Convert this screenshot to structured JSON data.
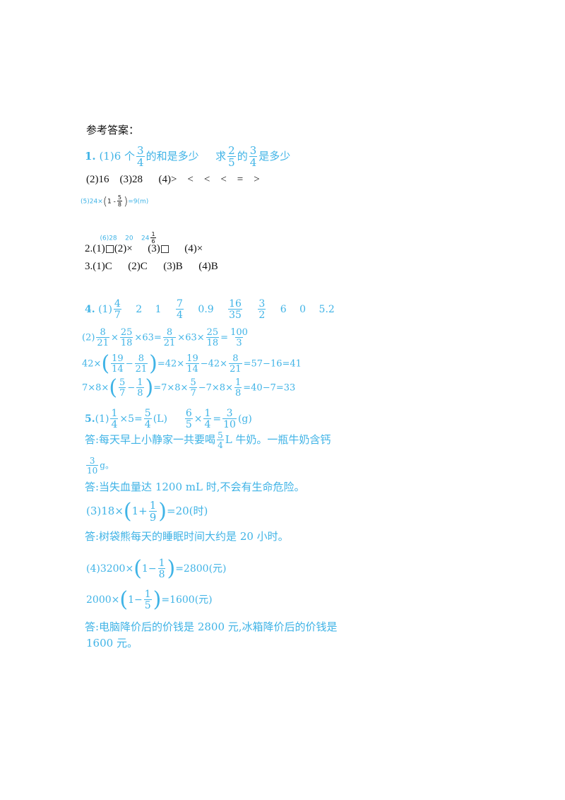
{
  "title": "参考答案：",
  "q1": {
    "num": "1.",
    "p1": "(1)6 个",
    "f1": [
      "3",
      "4"
    ],
    "p2": "的和是多少",
    "p3": "求",
    "f2": [
      "2",
      "5"
    ],
    "p4": "的",
    "f3": [
      "3",
      "4"
    ],
    "p5": "是多少",
    "line2": "(2)16    (3)28      (4)>    <    <    <    =    >",
    "l5a": "(5)24×",
    "l5f": [
      "5",
      "8"
    ],
    "l5b": "=9(m)",
    "l6a": "(6)28    20    24",
    "l6f": [
      "1",
      "6"
    ]
  },
  "q2": {
    "a": "2.(1)",
    "b": "(2)×",
    "c": "(3)",
    "d": "(4)×"
  },
  "q3": {
    "line": "3.(1)C      (2)C      (3)B      (4)B"
  },
  "q4": {
    "num": "4.",
    "p1": "(1)",
    "f1": [
      "4",
      "7"
    ],
    "v1": "2",
    "v2": "1",
    "f2": [
      "7",
      "4"
    ],
    "v3": "0.9",
    "f3": [
      "16",
      "35"
    ],
    "f4": [
      "3",
      "2"
    ],
    "v4": "6",
    "v5": "0",
    "v6": "5.2",
    "r2": {
      "a": "(2)",
      "f1": [
        "8",
        "21"
      ],
      "b": "×",
      "f2": [
        "25",
        "18"
      ],
      "c": "×63=",
      "f3": [
        "8",
        "21"
      ],
      "d": "×63×",
      "f4": [
        "25",
        "18"
      ],
      "e": "=",
      "f5": [
        "100",
        "3"
      ]
    },
    "r3": {
      "a": "42×",
      "f1": [
        "19",
        "14"
      ],
      "b": "−",
      "f2": [
        "8",
        "21"
      ],
      "c": "=42×",
      "f3": [
        "19",
        "14"
      ],
      "d": "−42×",
      "f4": [
        "8",
        "21"
      ],
      "e": "=57−16=41"
    },
    "r4": {
      "a": "7×8×",
      "f1": [
        "5",
        "7"
      ],
      "b": "−",
      "f2": [
        "1",
        "8"
      ],
      "c": "=7×8×",
      "f3": [
        "5",
        "7"
      ],
      "d": "−7×8×",
      "f4": [
        "1",
        "8"
      ],
      "e": "=40−7=33"
    }
  },
  "q5": {
    "num": "5.",
    "p1": "(1)",
    "f1": [
      "1",
      "4"
    ],
    "a": "×5=",
    "f2": [
      "5",
      "4"
    ],
    "b": "(L)",
    "f3": [
      "6",
      "5"
    ],
    "c": "×",
    "f4": [
      "1",
      "4"
    ],
    "d": "=",
    "f5": [
      "3",
      "10"
    ],
    "e": "(g)",
    "ans1a": "答:每天早上小静家一共要喝",
    "ans1f": [
      "5",
      "4"
    ],
    "ans1b": "L 牛奶。一瓶牛奶含钙",
    "ans1cf": [
      "3",
      "10"
    ],
    "ans1c": "g。",
    "ans2": "答:当失血量达 1200 mL 时,不会有生命危险。",
    "l3a": "(3)18×",
    "l3b": "1+",
    "l3f": [
      "1",
      "9"
    ],
    "l3c": "=20(时)",
    "ans3": "答:树袋熊每天的睡眠时间大约是 20 小时。",
    "l4a": "(4)3200×",
    "l4b": "1−",
    "l4f": [
      "1",
      "8"
    ],
    "l4c": "=2800(元)",
    "l5a": "2000×",
    "l5b": "1−",
    "l5f": [
      "1",
      "5"
    ],
    "l5c": "=1600(元)",
    "ans4a": "答:电脑降价后的价钱是 2800 元,冰箱降价后的价钱是",
    "ans4b": "1600 元。"
  }
}
